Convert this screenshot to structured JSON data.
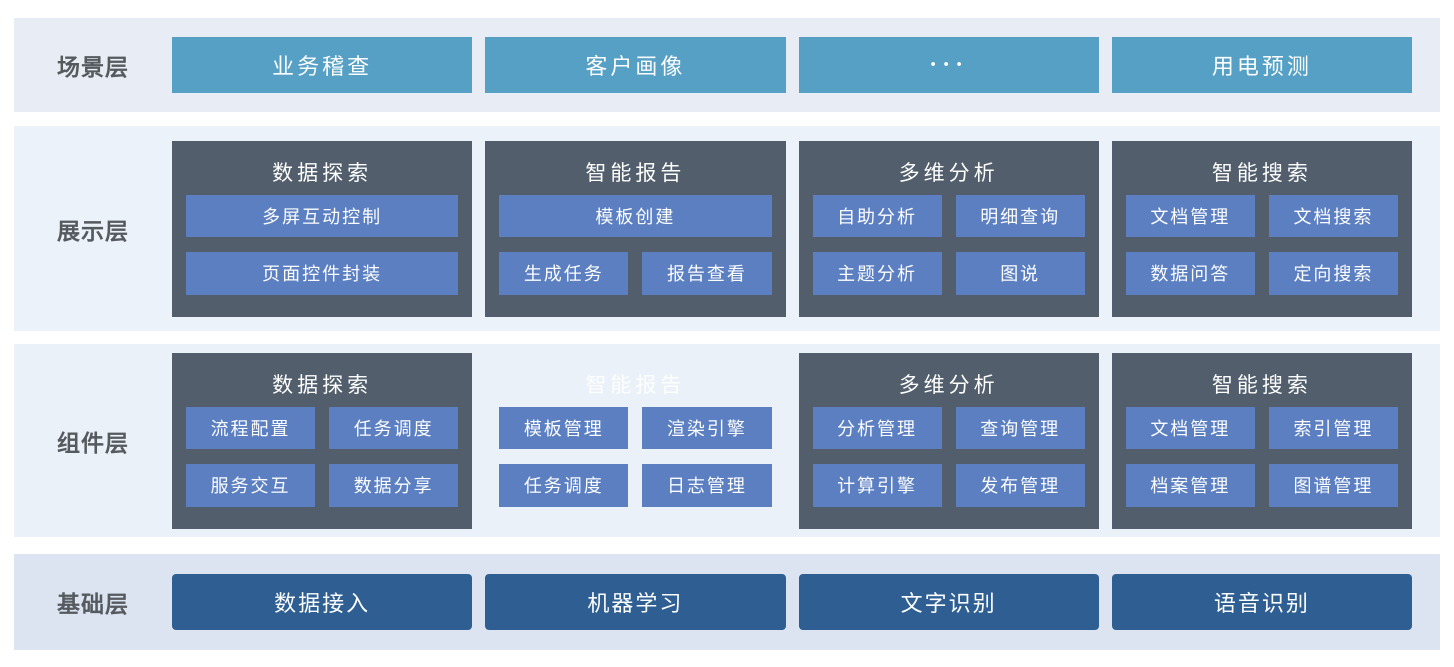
{
  "colors": {
    "scenario_band_bg": "#e8ecf4",
    "presentation_band_bg": "#ecf2f9",
    "component_band_bg": "#eaf1f8",
    "foundation_band_bg": "#dbe4f0",
    "scenario_box": "#55a0c4",
    "group_panel": "#525e6c",
    "module_box": "#5c7fc2",
    "foundation_box": "#2f5e92",
    "layer_label_text": "#555a5f",
    "box_text": "#ffffff"
  },
  "layers": {
    "scenario": {
      "label": "场景层",
      "items": [
        "业务稽查",
        "客户画像",
        "···",
        "用电预测"
      ]
    },
    "presentation": {
      "label": "展示层",
      "groups": [
        {
          "title": "数据探索",
          "rows": [
            [
              "多屏互动控制"
            ],
            [
              "页面控件封装"
            ]
          ]
        },
        {
          "title": "智能报告",
          "rows": [
            [
              "模板创建"
            ],
            [
              "生成任务",
              "报告查看"
            ]
          ]
        },
        {
          "title": "多维分析",
          "rows": [
            [
              "自助分析",
              "明细查询"
            ],
            [
              "主题分析",
              "图说"
            ]
          ]
        },
        {
          "title": "智能搜索",
          "rows": [
            [
              "文档管理",
              "文档搜索"
            ],
            [
              "数据问答",
              "定向搜索"
            ]
          ]
        }
      ]
    },
    "component": {
      "label": "组件层",
      "groups": [
        {
          "title": "数据探索",
          "rows": [
            [
              "流程配置",
              "任务调度"
            ],
            [
              "服务交互",
              "数据分享"
            ]
          ]
        },
        {
          "title": "智能报告",
          "rows": [
            [
              "模板管理",
              "渲染引擎"
            ],
            [
              "任务调度",
              "日志管理"
            ]
          ],
          "ghost": true
        },
        {
          "title": "多维分析",
          "rows": [
            [
              "分析管理",
              "查询管理"
            ],
            [
              "计算引擎",
              "发布管理"
            ]
          ]
        },
        {
          "title": "智能搜索",
          "rows": [
            [
              "文档管理",
              "索引管理"
            ],
            [
              "档案管理",
              "图谱管理"
            ]
          ]
        }
      ]
    },
    "foundation": {
      "label": "基础层",
      "items": [
        "数据接入",
        "机器学习",
        "文字识别",
        "语音识别"
      ]
    }
  }
}
